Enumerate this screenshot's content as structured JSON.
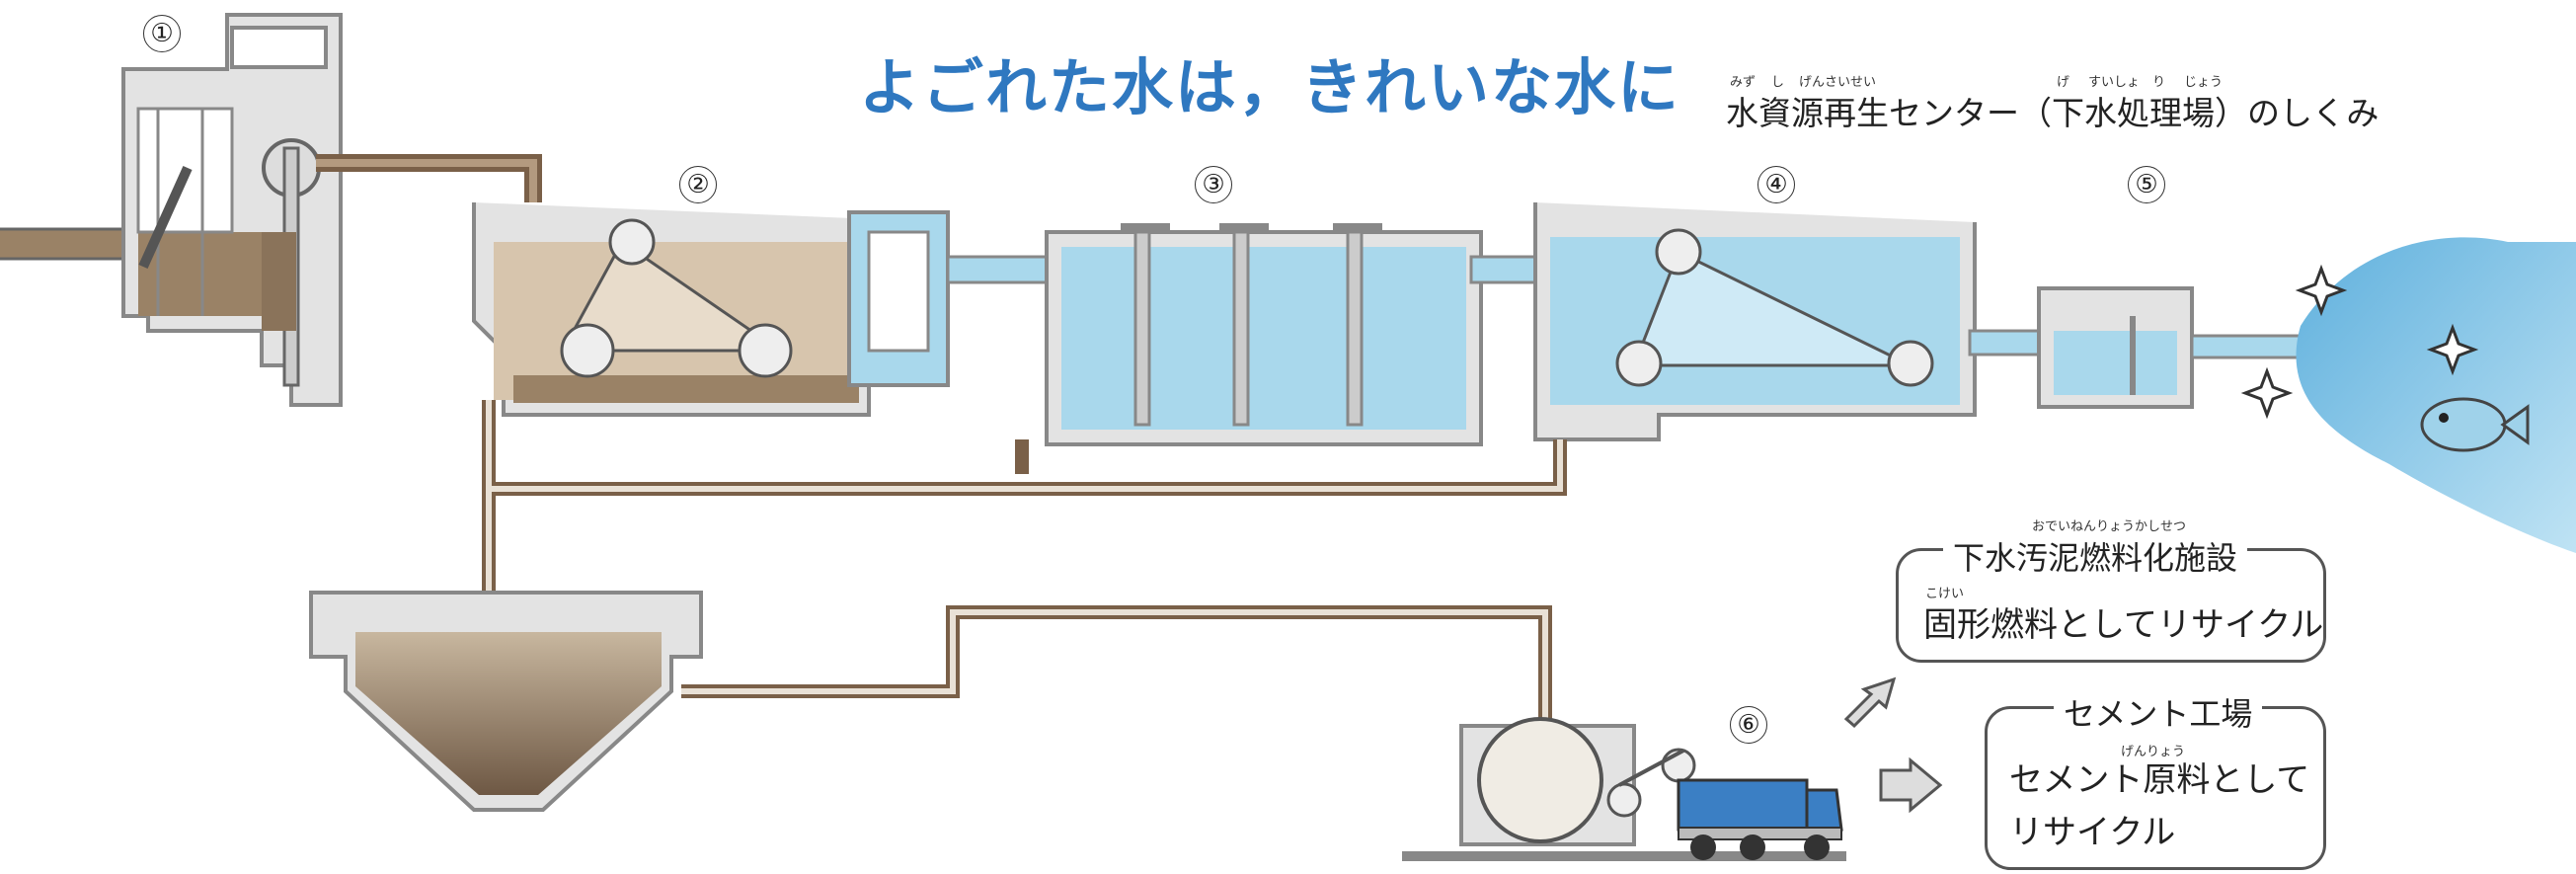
{
  "title": "よごれた水は，きれいな水に",
  "subtitle": {
    "text": "水資源再生センター（下水処理場）のしくみ",
    "ruby": [
      "みず",
      "し",
      "げんさいせい",
      "げ",
      "すいしょ",
      "り",
      "じょう"
    ]
  },
  "steps": [
    "①",
    "②",
    "③",
    "④",
    "⑤",
    "⑥"
  ],
  "recycle": [
    {
      "title": "下水汚泥燃料化施設",
      "title_ruby": "おでいねんりょうかしせつ",
      "text_ruby": "こけい",
      "lines": [
        "固形燃料としてリサイクル"
      ]
    },
    {
      "title": "セメント工場",
      "text_ruby": "げんりょう",
      "lines": [
        "セメント原料として",
        "リサイクル"
      ]
    }
  ],
  "colors": {
    "title": "#2f78c0",
    "wall": "#8f8f8f",
    "wall_fill": "#d9d9d9",
    "pipe": "#7a6048",
    "dirty_water": "#9a8266",
    "sludge_water": "#d7c5ad",
    "clean_water": "#a9d8ec",
    "river": "#8fc9e6",
    "truck": "#3b7fc4"
  }
}
